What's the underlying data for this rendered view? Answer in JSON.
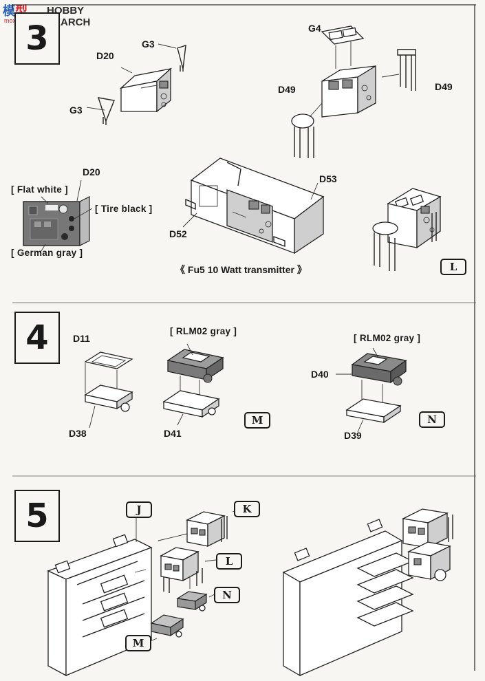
{
  "watermark": {
    "logo_text_1": "模",
    "logo_text_2": "型",
    "brand": "HOBBY SEARCH",
    "url": "moxing.shop.com"
  },
  "step3": {
    "number": "3",
    "labels": {
      "g3_top": "G3",
      "g3_bottom": "G3",
      "d20_top": "D20",
      "g4": "G4",
      "d49_left": "D49",
      "d49_right": "D49",
      "d20_detail": "D20",
      "d53": "D53",
      "d52": "D52"
    },
    "paints": {
      "flat_white": "[ Flat white ]",
      "tire_black": "[ Tire black ]",
      "german_gray": "[ German gray ]"
    },
    "caption": "《 Fu5 10 Watt transmitter 》",
    "subassembly": "L"
  },
  "step4": {
    "number": "4",
    "labels": {
      "d11": "D11",
      "d38": "D38",
      "d41": "D41",
      "d40": "D40",
      "d39": "D39"
    },
    "paints": {
      "rlm02_left": "[ RLM02 gray ]",
      "rlm02_right": "[ RLM02 gray ]"
    },
    "subassembly_m": "M",
    "subassembly_n": "N"
  },
  "step5": {
    "number": "5",
    "tags": {
      "j": "J",
      "k": "K",
      "l": "L",
      "n": "N",
      "m": "M"
    }
  }
}
